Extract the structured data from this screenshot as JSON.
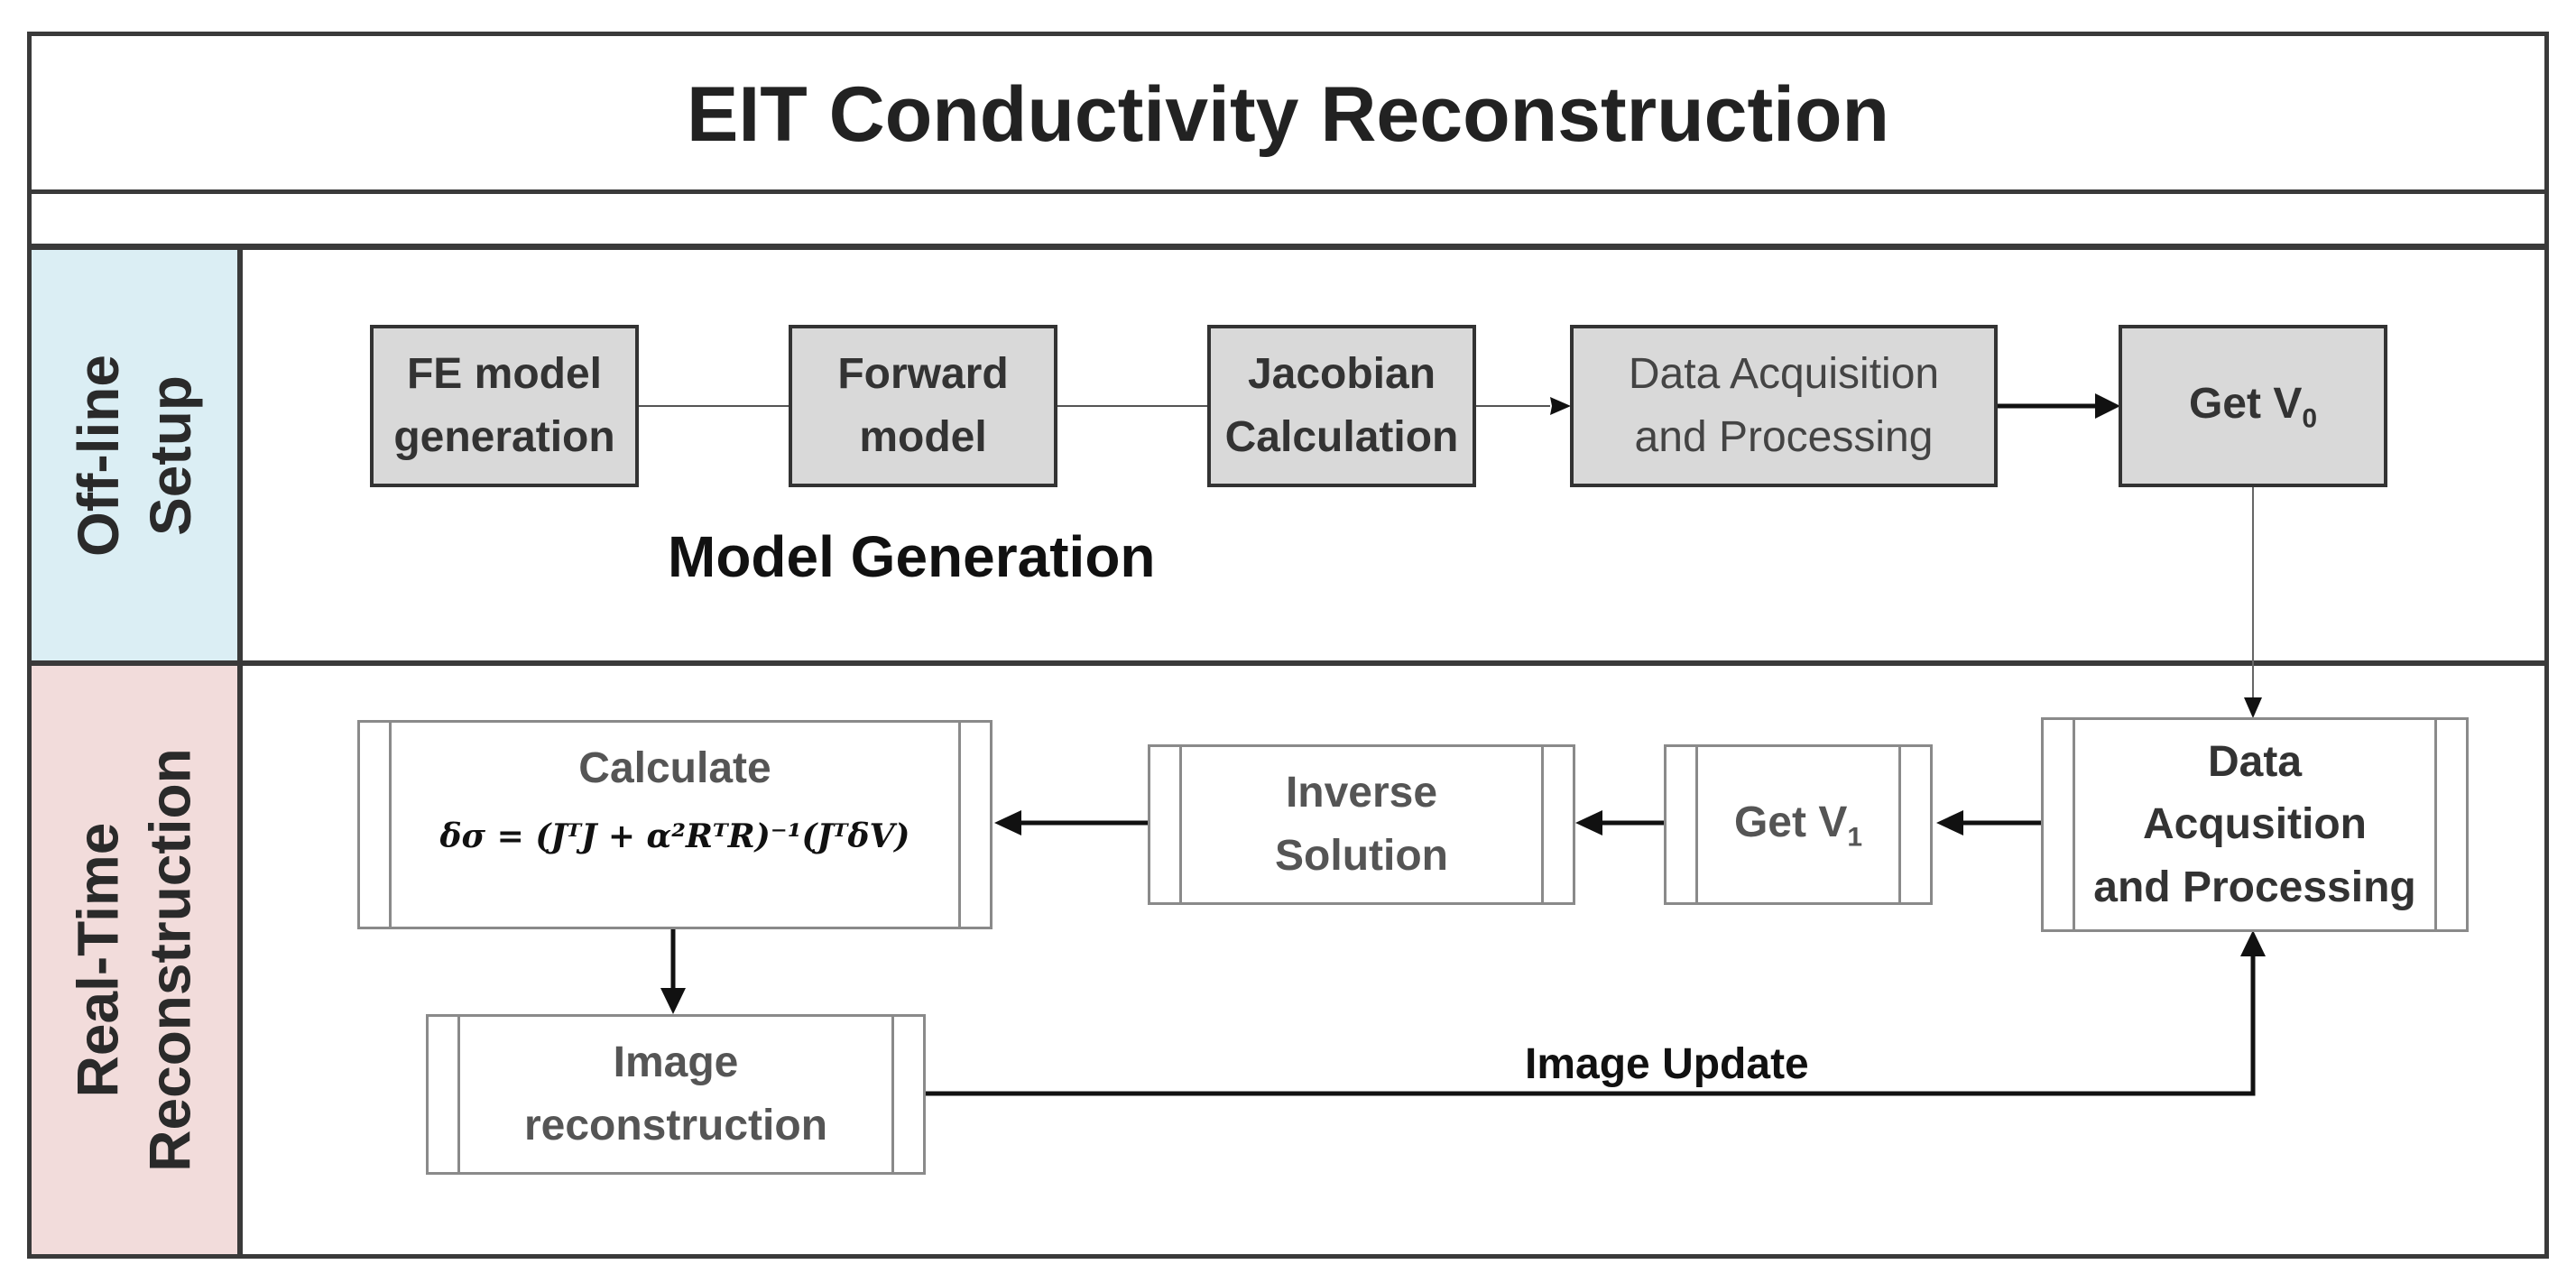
{
  "title": "EIT Conductivity Reconstruction",
  "lanes": {
    "offline": {
      "line1": "Off-line",
      "line2": "Setup",
      "color": "#dbeef4"
    },
    "realtime": {
      "line1": "Real-Time",
      "line2": "Reconstruction",
      "color": "#f2dcdb"
    }
  },
  "offline_steps": {
    "fe_model": {
      "line1": "FE model",
      "line2": "generation"
    },
    "forward": {
      "line1": "Forward",
      "line2": "model"
    },
    "jacobian": {
      "line1": "Jacobian",
      "line2": "Calculation"
    },
    "daq": {
      "line1": "Data Acquisition",
      "line2": "and Processing"
    },
    "get_v0": {
      "text": "Get V",
      "sub": "0"
    }
  },
  "model_generation_label": "Model Generation",
  "realtime_steps": {
    "daq": {
      "line1": "Data",
      "line2": "Acqusition",
      "line3": "and Processing"
    },
    "get_v1": {
      "text": "Get V",
      "sub": "1"
    },
    "inverse": {
      "line1": "Inverse",
      "line2": "Solution"
    },
    "calculate": {
      "label": "Calculate",
      "formula": "δσ = (JᵀJ + α²RᵀR)⁻¹(JᵀδV)"
    },
    "image_recon": {
      "line1": "Image",
      "line2": "reconstruction"
    }
  },
  "image_update_label": "Image Update"
}
